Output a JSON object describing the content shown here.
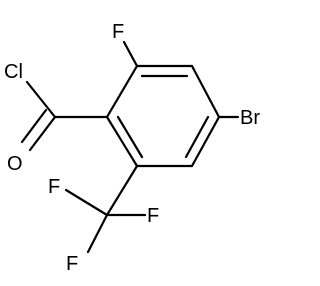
{
  "molecule": {
    "atoms": {
      "cl": "Cl",
      "o": "O",
      "f_ring": "F",
      "br": "Br",
      "f1": "F",
      "f2": "F",
      "f3": "F"
    },
    "line_color": "#000000",
    "background": "#ffffff"
  }
}
